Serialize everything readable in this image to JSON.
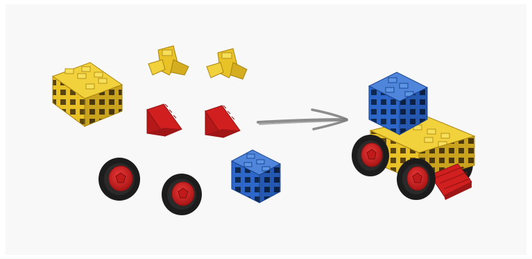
{
  "scene": {
    "parts": [
      {
        "kind": "lattice-block-2x4",
        "color": "yellow"
      },
      {
        "kind": "clip-connector",
        "color": "yellow"
      },
      {
        "kind": "clip-connector",
        "color": "yellow"
      },
      {
        "kind": "wedge-ramp",
        "color": "red"
      },
      {
        "kind": "wedge-ramp",
        "color": "red"
      },
      {
        "kind": "wheel",
        "color": "red"
      },
      {
        "kind": "wheel",
        "color": "red"
      },
      {
        "kind": "lattice-cube",
        "color": "blue"
      }
    ],
    "arrow": {
      "style": "pencil-sketch",
      "direction": "right"
    },
    "assembled": {
      "kind": "toy-tractor",
      "colors": [
        "yellow",
        "blue",
        "red",
        "black"
      ]
    }
  },
  "colors": {
    "background": "#f8f8f8",
    "yellow": "#e8c227",
    "yellow_dark": "#b8901a",
    "yellow_light": "#f6e05a",
    "red": "#d11f1f",
    "red_dark": "#8e1212",
    "blue": "#2d67c9",
    "blue_dark": "#1c4590",
    "blue_light": "#5c95e6",
    "tire": "#1c1c1c",
    "arrow": "#7a7a7a"
  }
}
